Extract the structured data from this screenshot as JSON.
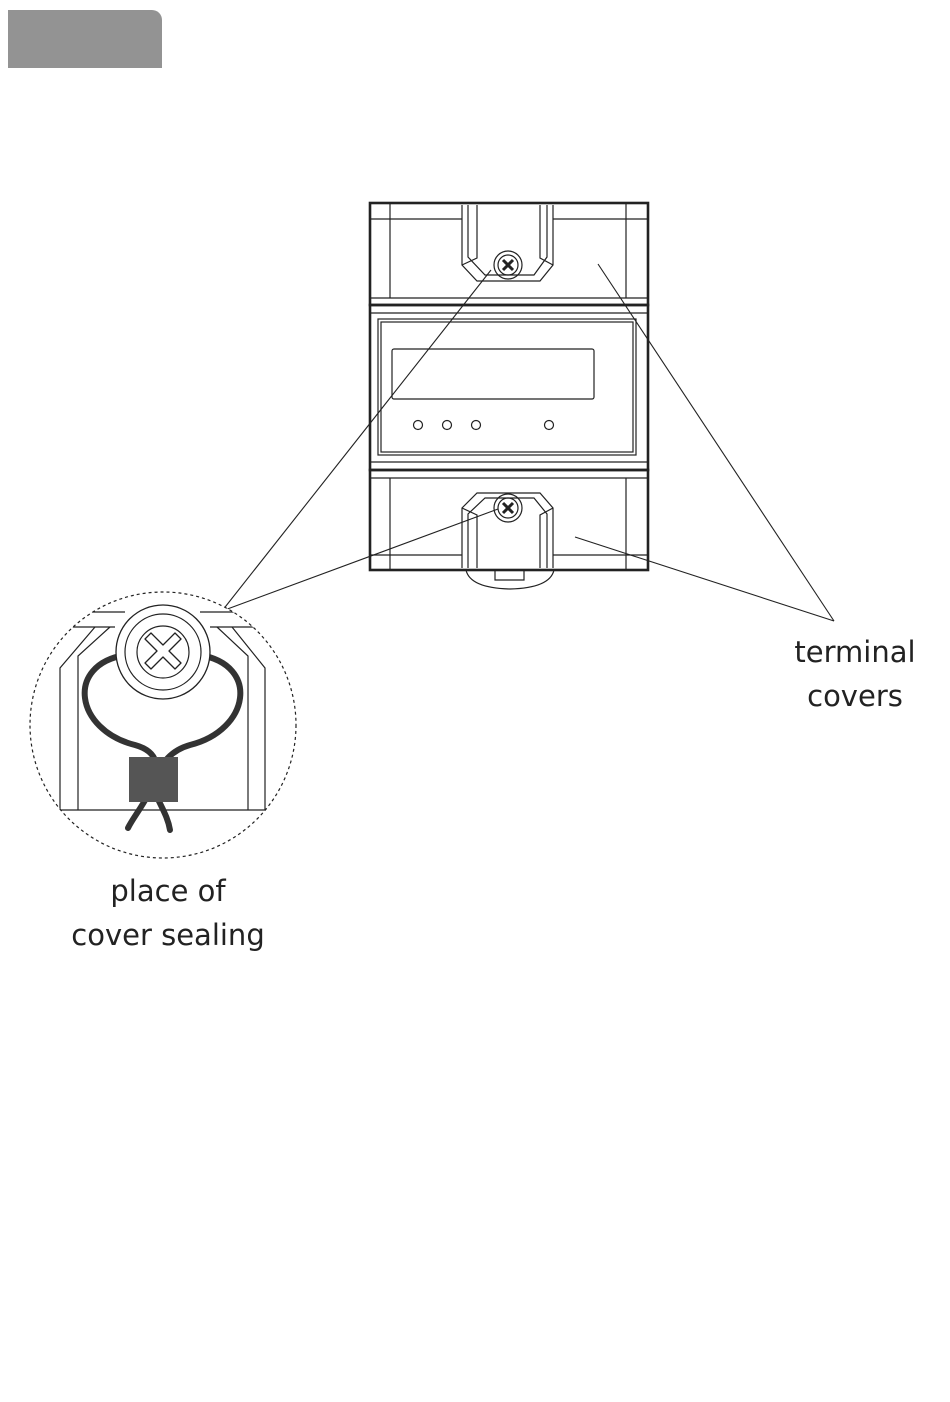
{
  "labels": {
    "terminal_covers_line1": "terminal",
    "terminal_covers_line2": "covers",
    "sealing_line1": "place of",
    "sealing_line2": "cover sealing"
  },
  "colors": {
    "tab": "#939393",
    "line": "#222222",
    "seal": "#555555"
  }
}
